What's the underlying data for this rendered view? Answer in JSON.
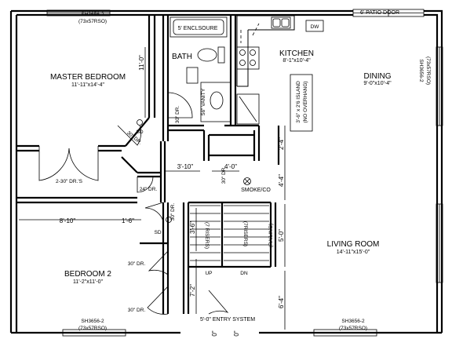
{
  "rooms": {
    "master_bedroom": {
      "name": "MASTER BEDROOM",
      "size": "11'-11\"x14'-4\""
    },
    "bedroom2": {
      "name": "BEDROOM 2",
      "size": "11'-2\"x11'-0\""
    },
    "bath": {
      "name": "BATH"
    },
    "kitchen": {
      "name": "KITCHEN",
      "size": "8'-1\"x10'-4\""
    },
    "dining": {
      "name": "DINING",
      "size": "9'-0\"x10'-4\""
    },
    "living": {
      "name": "LIVING ROOM",
      "size": "14'-11\"x15'-0\""
    }
  },
  "windows": {
    "top_master": [
      "SH3656-2",
      "(73x57RSO)"
    ],
    "right_dining": [
      "SH3656-2",
      "(73x57RSO)"
    ],
    "bottom_bed2": [
      "SH3656-2",
      "(73x57RSO)"
    ],
    "bottom_living": [
      "SH3656-2",
      "(73x57RSO)"
    ]
  },
  "fixtures": {
    "enclosure": "5' ENCLSOURE",
    "vanity": "56\" VANITY",
    "dw": "DW",
    "island": [
      "3'-6\" x 2'6 ISLAND",
      "(NO OVERHANG)"
    ],
    "patio_door": "6' PATIO DOOR",
    "smoke": "SMOKE/CO",
    "entry": "5'-0\" ENTRY SYSTEM",
    "railing": "(RAILING)",
    "risers_left": "(7 RISERS)",
    "risers_right": "(7RISERS)",
    "up": "UP",
    "dn": "DN",
    "sd1": "SD",
    "sd2": "SD"
  },
  "doors": {
    "dr30_bath": "30\" DR.",
    "dr30_master": "30\" DR.",
    "closet": "2-30\" DR.'S",
    "dr24": "24\" DR.",
    "dr30_bed2_side": "30\" DR.",
    "dr30_bed2_a": "30\" DR.",
    "dr30_bed2_b": "30\" DR.",
    "dr30_hall": "30\" DR."
  },
  "dimensions": {
    "d11_0": "11'-0\"",
    "d3_10": "3'-10\"",
    "d4_0": "4'-0\"",
    "d2_4": "2'-4\"",
    "d4_4": "4'-4\"",
    "d5_0": "5'-0\"",
    "d6_4": "6'-4\"",
    "d8_10": "8'-10\"",
    "d1_6": "1'-6\"",
    "d3_6": "3'-6\"",
    "d7_2": "7'-2\"",
    "d0a": "0\"",
    "d0b": "0\""
  }
}
